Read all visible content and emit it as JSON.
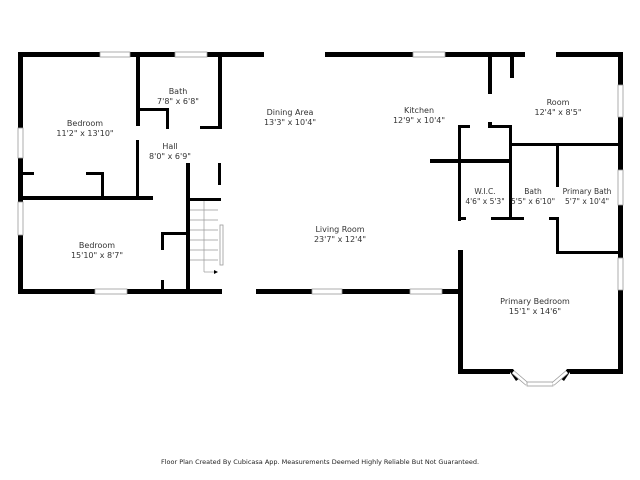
{
  "rooms": [
    {
      "name": "Bedroom",
      "size": "11'2\" x 13'10\""
    },
    {
      "name": "Bath",
      "size": "7'8\" x 6'8\""
    },
    {
      "name": "Dining Area",
      "size": "13'3\" x 10'4\""
    },
    {
      "name": "Kitchen",
      "size": "12'9\" x 10'4\""
    },
    {
      "name": "Room",
      "size": "12'4\" x 8'5\""
    },
    {
      "name": "Hall",
      "size": "8'0\" x 6'9\""
    },
    {
      "name": "W.I.C.",
      "size": "4'6\" x 5'3\""
    },
    {
      "name": "Bath",
      "size": "5'5\" x 6'10\""
    },
    {
      "name": "Primary Bath",
      "size": "5'7\" x 10'4\""
    },
    {
      "name": "Bedroom",
      "size": "15'10\" x 8'7\""
    },
    {
      "name": "Living Room",
      "size": "23'7\" x 12'4\""
    },
    {
      "name": "Primary Bedroom",
      "size": "15'1\" x 14'6\""
    }
  ],
  "footer": "Floor Plan Created By Cubicasa App. Measurements Deemed Highly Reliable But Not Guaranteed.",
  "colors": {
    "wall": "#000000",
    "window": "#ffffff",
    "background": "#ffffff"
  }
}
